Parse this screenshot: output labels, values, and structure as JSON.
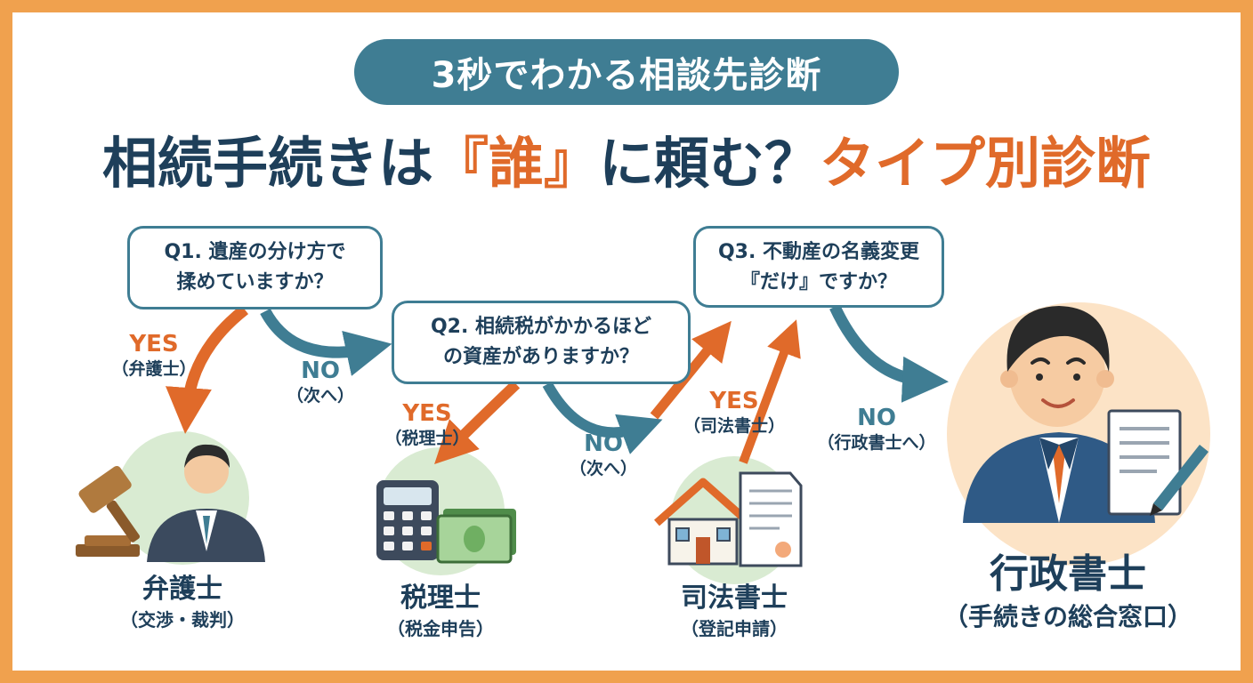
{
  "header": {
    "badge": "3秒でわかる相談先診断",
    "title_part1": "相続手続きは",
    "title_part2": "『誰』",
    "title_part3": "に頼む？",
    "title_part4": "タイプ別診断"
  },
  "questions": {
    "q1": {
      "line1": "Q1. 遺産の分け方で",
      "line2": "揉めていますか？"
    },
    "q2": {
      "line1": "Q2. 相続税がかかるほど",
      "line2": "の資産がありますか？"
    },
    "q3": {
      "line1": "Q3. 不動産の名義変更",
      "line2": "『だけ』ですか？"
    }
  },
  "branches": {
    "q1_yes": {
      "label": "YES",
      "sub": "（弁護士）"
    },
    "q1_no": {
      "label": "NO",
      "sub": "（次へ）"
    },
    "q2_yes": {
      "label": "YES",
      "sub": "（税理士）"
    },
    "q2_no": {
      "label": "NO",
      "sub": "（次へ）"
    },
    "q3_yes": {
      "label": "YES",
      "sub": "（司法書士）"
    },
    "q3_no": {
      "label": "NO",
      "sub": "（行政書士へ）"
    }
  },
  "results": {
    "lawyer": {
      "title": "弁護士",
      "sub": "（交渉・裁判）"
    },
    "tax": {
      "title": "税理士",
      "sub": "（税金申告）"
    },
    "judicial": {
      "title": "司法書士",
      "sub": "（登記申請）"
    },
    "admin": {
      "title": "行政書士",
      "sub": "（手続きの総合窓口）"
    }
  },
  "colors": {
    "border": "#F0A14E",
    "navy": "#1E3F5A",
    "teal": "#3F7D93",
    "orange": "#E06A2A",
    "green_circle": "#D9EBD2",
    "peach_circle": "#FCE3C6"
  }
}
